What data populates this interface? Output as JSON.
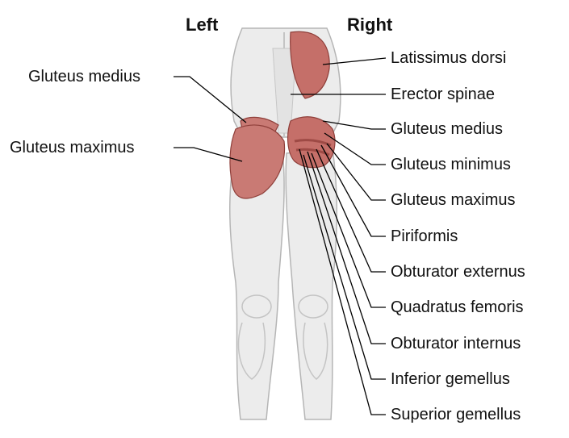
{
  "headings": {
    "left": "Left",
    "right": "Right"
  },
  "left_labels": [
    "Gluteus medius",
    "Gluteus maximus"
  ],
  "right_labels": [
    "Latissimus dorsi",
    "Erector spinae",
    "Gluteus medius",
    "Gluteus minimus",
    "Gluteus maximus",
    "Piriformis",
    "Obturator externus",
    "Quadratus femoris",
    "Obturator internus",
    "Inferior gemellus",
    "Superior gemellus"
  ],
  "colors": {
    "muscle": "#c97a74",
    "muscle_dark": "#9e4a45",
    "body_fill": "#ececec",
    "body_shade": "#c9c9c9",
    "line": "#000000"
  }
}
